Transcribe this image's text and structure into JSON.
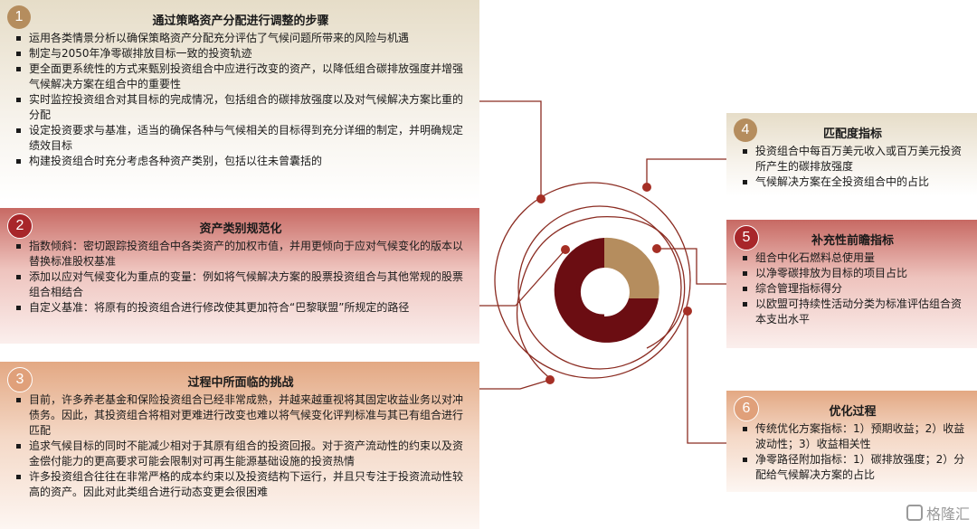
{
  "colors": {
    "tan": "#b58d5e",
    "dark_red": "#6b0d12",
    "connector": "#8b2c22",
    "node": "#a52f25"
  },
  "boxes": [
    {
      "number": "1",
      "title": "通过策略资产分配进行调整的步骤",
      "items": [
        "运用各类情景分析以确保策略资产分配充分评估了气候问题所带来的风险与机遇",
        "制定与2050年净零碳排放目标一致的投资轨迹",
        "更全面更系统性的方式来甄别投资组合中应进行改变的资产，以降低组合碳排放强度并增强气候解决方案在组合中的重要性",
        "实时监控投资组合对其目标的完成情况，包括组合的碳排放强度以及对气候解决方案比重的分配",
        "设定投资要求与基准，适当的确保各种与气候相关的目标得到充分详细的制定，并明确规定绩效目标",
        "构建投资组合时充分考虑各种资产类别，包括以往未曾囊括的"
      ]
    },
    {
      "number": "2",
      "title": "资产类别规范化",
      "items": [
        "指数倾斜：密切跟踪投资组合中各类资产的加权市值，并用更倾向于应对气候变化的版本以替换标准股权基准",
        "添加以应对气候变化为重点的变量：例如将气候解决方案的股票投资组合与其他常规的股票组合相结合",
        "自定义基准：将原有的投资组合进行修改使其更加符合“巴黎联盟”所规定的路径"
      ]
    },
    {
      "number": "3",
      "title": "过程中所面临的挑战",
      "items": [
        "目前，许多养老基金和保险投资组合已经非常成熟，并越来越重视将其固定收益业务以对冲债务。因此，其投资组合将相对更难进行改变也难以将气候变化评判标准与其已有组合进行匹配",
        "追求气候目标的同时不能减少相对于其原有组合的投资回报。对于资产流动性的约束以及资金偿付能力的更高要求可能会限制对可再生能源基础设施的投资热情",
        "许多投资组合往往在非常严格的成本约束以及投资结构下运行，并且只专注于投资流动性较高的资产。因此对此类组合进行动态变更会很困难"
      ]
    },
    {
      "number": "4",
      "title": "匹配度指标",
      "items": [
        "投资组合中每百万美元收入或百万美元投资所产生的碳排放强度",
        "气候解决方案在全投资组合中的占比"
      ]
    },
    {
      "number": "5",
      "title": "补充性前瞻指标",
      "items": [
        "组合中化石燃料总使用量",
        "以净零碳排放为目标的项目占比",
        "综合管理指标得分",
        "以欧盟可持续性活动分类为标准评估组合资本支出水平"
      ]
    },
    {
      "number": "6",
      "title": "优化过程",
      "items": [
        "传统优化方案指标：1）预期收益；2）收益波动性；3）收益相关性",
        "净零路径附加指标：1）碳排放强度；2）分配给气候解决方案的占比"
      ]
    }
  ],
  "watermark": {
    "text": "格隆汇"
  }
}
